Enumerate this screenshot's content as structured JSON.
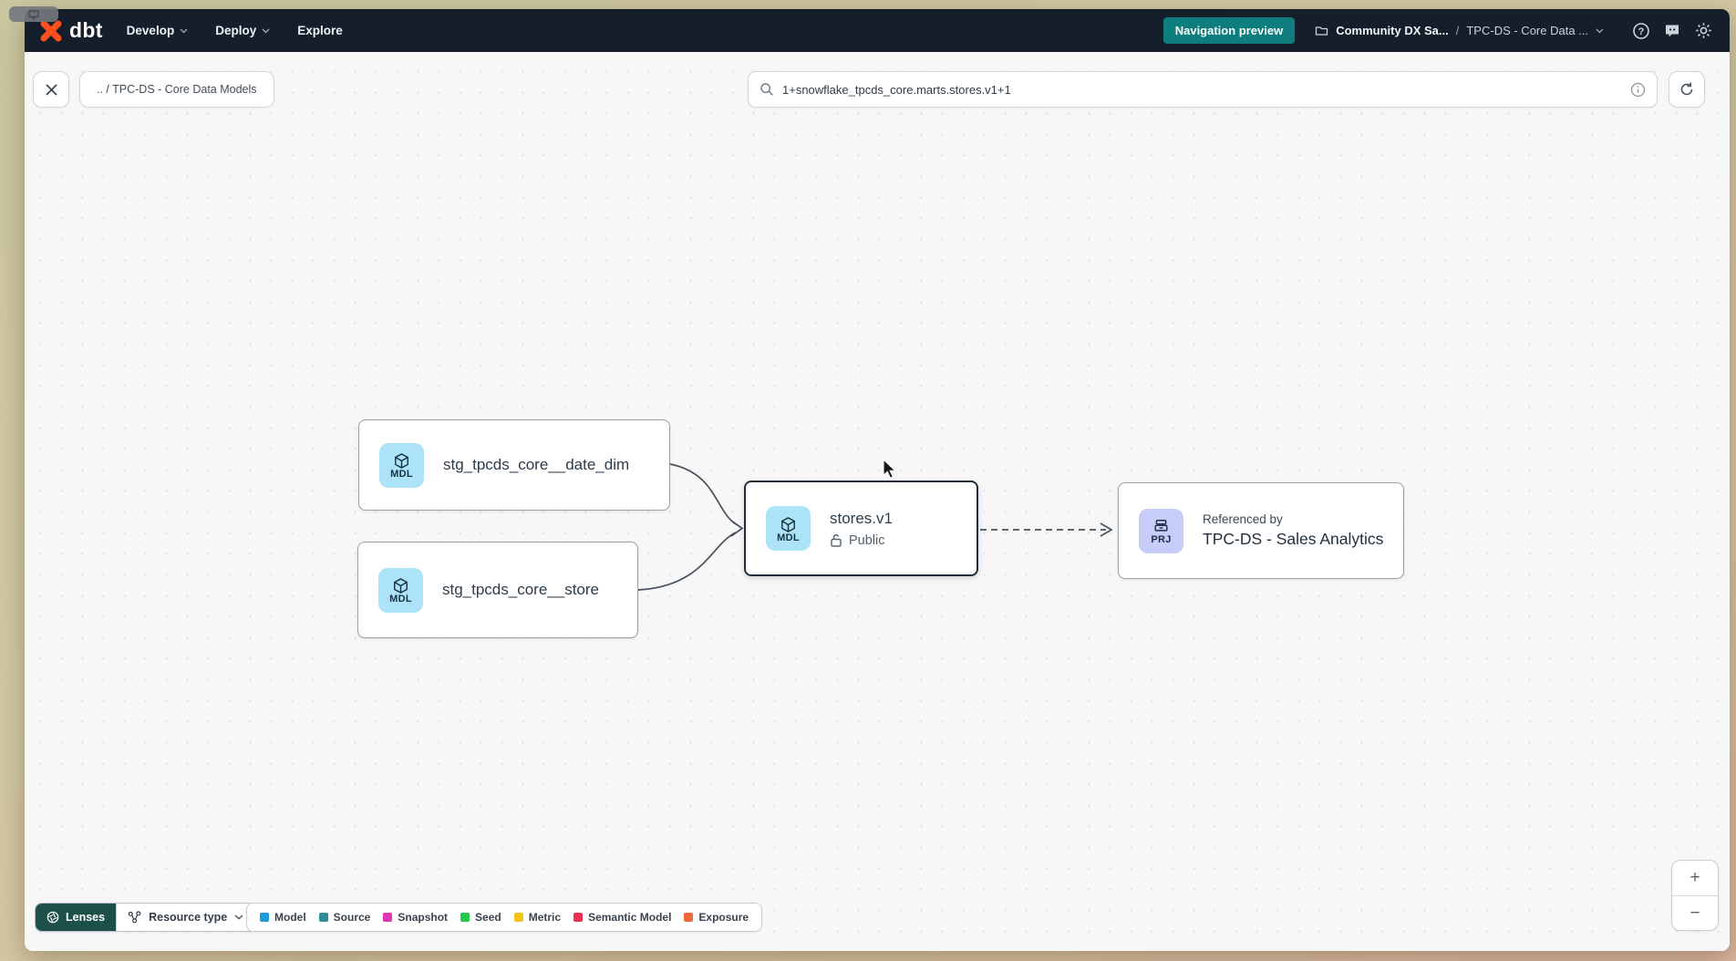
{
  "navbar": {
    "logo": "dbt",
    "menu": [
      {
        "label": "Develop"
      },
      {
        "label": "Deploy"
      },
      {
        "label": "Explore"
      }
    ],
    "preview_badge": "Navigation preview",
    "breadcrumb": {
      "account": "Community DX Sa...",
      "separator": "/",
      "project": "TPC-DS - Core Data ..."
    }
  },
  "toolbar": {
    "breadcrumb_chip": ".. / TPC-DS - Core Data Models",
    "search_value": "1+snowflake_tpcds_core.marts.stores.v1+1"
  },
  "graph": {
    "nodes": [
      {
        "badge": "MDL",
        "title": "stg_tpcds_core__date_dim"
      },
      {
        "badge": "MDL",
        "title": "stg_tpcds_core__store"
      },
      {
        "badge": "MDL",
        "title": "stores.v1",
        "visibility": "Public"
      },
      {
        "badge": "PRJ",
        "pretitle": "Referenced by",
        "title": "TPC-DS - Sales Analytics"
      }
    ]
  },
  "footer": {
    "lenses_label": "Lenses",
    "resource_type_label": "Resource type",
    "legend": [
      {
        "label": "Model",
        "color": "#1e9be0"
      },
      {
        "label": "Source",
        "color": "#2e8d96"
      },
      {
        "label": "Snapshot",
        "color": "#e135b8"
      },
      {
        "label": "Seed",
        "color": "#22c84e"
      },
      {
        "label": "Metric",
        "color": "#f2c41b"
      },
      {
        "label": "Semantic Model",
        "color": "#ec3150"
      },
      {
        "label": "Exposure",
        "color": "#f4693b"
      }
    ]
  },
  "zoom_controls": {
    "zoom_in": "+",
    "zoom_out": "−"
  },
  "colors": {
    "navbar_bg": "#151f2b",
    "accent_teal": "#0d7d7d",
    "logo_orange": "#ff4f1f",
    "model_icon_bg": "#ace3f9",
    "project_icon_bg": "#c6cdf8",
    "selected_border": "#222e3a"
  }
}
